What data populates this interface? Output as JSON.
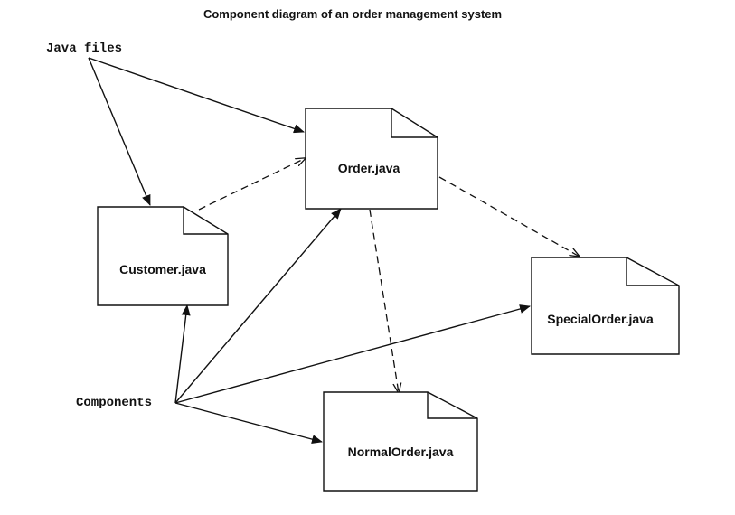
{
  "title": "Component diagram of an order management system",
  "labels": {
    "java_files": "Java files",
    "components": "Components"
  },
  "files": {
    "order": "Order.java",
    "customer": "Customer.java",
    "special_order": "SpecialOrder.java",
    "normal_order": "NormalOrder.java"
  },
  "relationships": [
    {
      "from": "Java files",
      "to": "Order.java",
      "style": "solid"
    },
    {
      "from": "Java files",
      "to": "Customer.java",
      "style": "solid"
    },
    {
      "from": "Components",
      "to": "Customer.java",
      "style": "solid"
    },
    {
      "from": "Components",
      "to": "Order.java",
      "style": "solid"
    },
    {
      "from": "Components",
      "to": "SpecialOrder.java",
      "style": "solid"
    },
    {
      "from": "Components",
      "to": "NormalOrder.java",
      "style": "solid"
    },
    {
      "from": "Customer.java",
      "to": "Order.java",
      "style": "dashed"
    },
    {
      "from": "Order.java",
      "to": "SpecialOrder.java",
      "style": "dashed"
    },
    {
      "from": "Order.java",
      "to": "NormalOrder.java",
      "style": "dashed"
    }
  ]
}
